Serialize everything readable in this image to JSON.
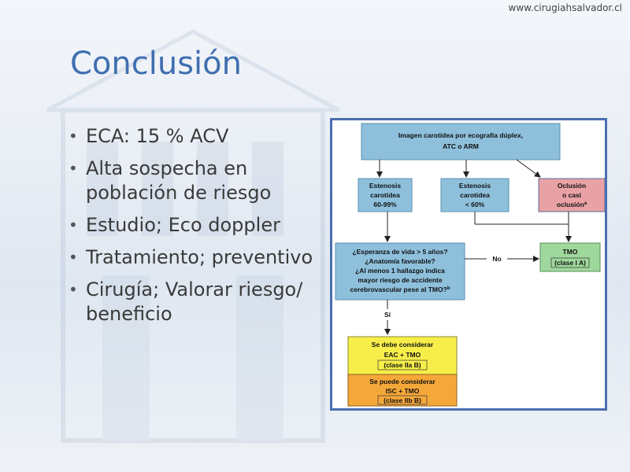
{
  "header": {
    "url": "www.cirugiahsalvador.cl"
  },
  "slide": {
    "title": "Conclusión",
    "bullets": [
      [
        "ECA: 15 % ACV"
      ],
      [
        "Alta sospecha en",
        "población de riesgo"
      ],
      [
        "Estudio; Eco doppler"
      ],
      [
        "Tratamiento; preventivo"
      ],
      [
        "Cirugía; Valorar riesgo/",
        "beneficio"
      ]
    ]
  },
  "flowchart": {
    "colors": {
      "blue_box": "#8ec0dc",
      "green_box": "#9fd89c",
      "red_box": "#e8a2a6",
      "yellow_box": "#f7ee4a",
      "orange_box": "#f5a83a",
      "frame": "#4a6fb0"
    },
    "top": [
      "Imagen carotídea por ecografía dúplex,",
      "ATC o ARM"
    ],
    "stenosis_high": [
      "Estenosis",
      "carotídea",
      "60-99%"
    ],
    "stenosis_low": [
      "Estenosis",
      "carotídea",
      "< 60%"
    ],
    "occlusion": [
      "Oclusión",
      "o casi",
      "oclusión"
    ],
    "occlusion_sup": "a",
    "question": [
      "¿Esperanza de vida > 5 años?",
      "¿Anatomía favorable?",
      "¿Al menos 1 hallazgo indica",
      "mayor riesgo de accidente",
      "cerebrovascular pese al TMO?"
    ],
    "question_sup": "b",
    "no_label": "No",
    "yes_label": "Sí",
    "tmo": [
      "TMO",
      "(clase I A)"
    ],
    "consider_eac": [
      "Se debe considerar",
      "EAC + TMO",
      "(clase IIa B)"
    ],
    "consider_isc": [
      "Se puede considerar",
      "ISC + TMO",
      "(clase IIb B)"
    ]
  }
}
